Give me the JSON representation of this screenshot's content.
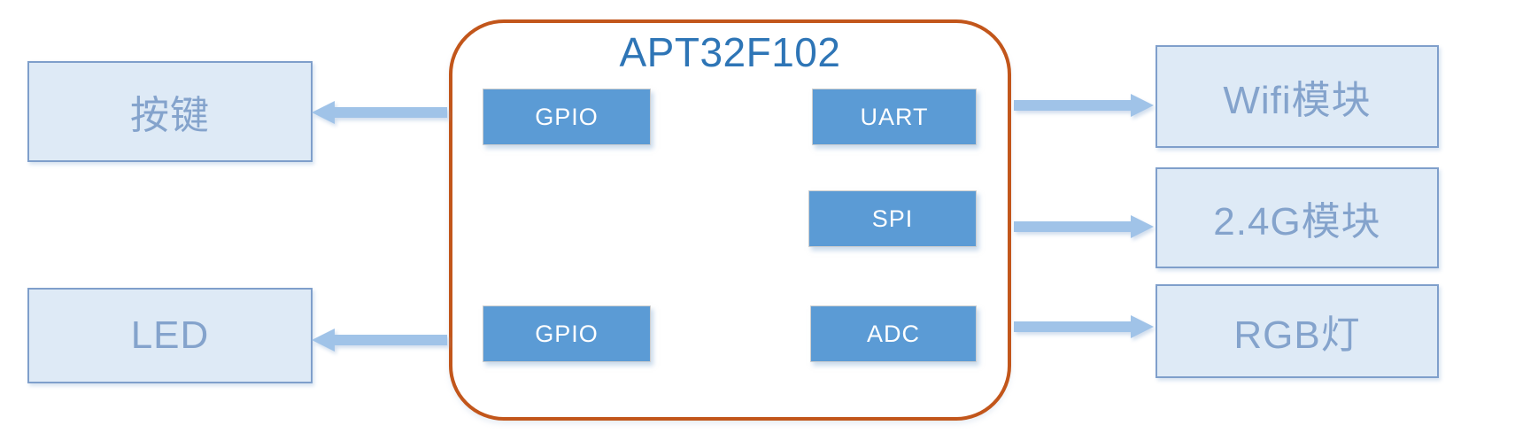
{
  "diagram": {
    "mcu": {
      "name": "APT32F102",
      "blocks": [
        {
          "label": "GPIO"
        },
        {
          "label": "UART"
        },
        {
          "label": "SPI"
        },
        {
          "label": "GPIO"
        },
        {
          "label": "ADC"
        }
      ]
    },
    "peripherals_left": [
      {
        "label": "按键"
      },
      {
        "label": "LED"
      }
    ],
    "peripherals_right": [
      {
        "label": "Wifi模块"
      },
      {
        "label": "2.4G模块"
      },
      {
        "label": "RGB灯"
      }
    ],
    "connections": [
      {
        "from": "GPIO",
        "to": "按键",
        "direction": "left"
      },
      {
        "from": "UART",
        "to": "Wifi模块",
        "direction": "right"
      },
      {
        "from": "SPI",
        "to": "2.4G模块",
        "direction": "right"
      },
      {
        "from": "GPIO",
        "to": "LED",
        "direction": "left"
      },
      {
        "from": "ADC",
        "to": "RGB灯",
        "direction": "right"
      }
    ],
    "colors": {
      "mcu_border": "#C2561B",
      "mcu_title_text": "#2E75B6",
      "block_fill": "#5B9BD5",
      "block_text": "#FFFFFF",
      "box_fill": "#DEEAF6",
      "box_border": "#7F9FCB",
      "box_text": "#84A3CC",
      "arrow": "#A0C3E8",
      "background": "#FFFFFF"
    }
  }
}
